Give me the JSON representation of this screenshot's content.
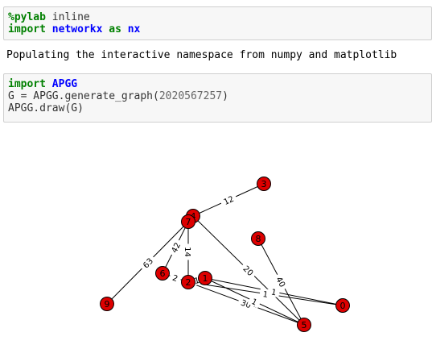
{
  "cell1": {
    "line1": {
      "magic": "%pylab",
      "rest": " inline"
    },
    "line2": {
      "kw1": "import",
      "module": "networkx",
      "kw2": "as",
      "alias": "nx"
    }
  },
  "output_text": "Populating the interactive namespace from numpy and matplotlib",
  "cell2": {
    "line1": {
      "kw": "import",
      "module": "APGG"
    },
    "line2": {
      "prefix": "G = APGG.generate_graph(",
      "number": "2020567257",
      "suffix": ")"
    },
    "line3": "APGG.draw(G)"
  },
  "graph": {
    "node_color": "#dd0000",
    "nodes": [
      {
        "id": "0"
      },
      {
        "id": "1"
      },
      {
        "id": "2"
      },
      {
        "id": "3"
      },
      {
        "id": "4"
      },
      {
        "id": "5"
      },
      {
        "id": "6"
      },
      {
        "id": "7"
      },
      {
        "id": "8"
      },
      {
        "id": "9"
      }
    ],
    "edges": [
      {
        "source": "4",
        "target": "3",
        "weight": "12"
      },
      {
        "source": "7",
        "target": "9",
        "weight": "63"
      },
      {
        "source": "7",
        "target": "6",
        "weight": "42"
      },
      {
        "source": "7",
        "target": "2",
        "weight": "14"
      },
      {
        "source": "4",
        "target": "5",
        "weight": "20"
      },
      {
        "source": "8",
        "target": "5",
        "weight": "40"
      },
      {
        "source": "2",
        "target": "5",
        "weight": "30"
      },
      {
        "source": "2",
        "target": "0",
        "weight": "1"
      },
      {
        "source": "1",
        "target": "0",
        "weight": "1"
      },
      {
        "source": "1",
        "target": "5",
        "weight": "1"
      },
      {
        "source": "6",
        "target": "2",
        "weight": "2"
      },
      {
        "source": "2",
        "target": "1",
        "weight": "1"
      }
    ]
  }
}
